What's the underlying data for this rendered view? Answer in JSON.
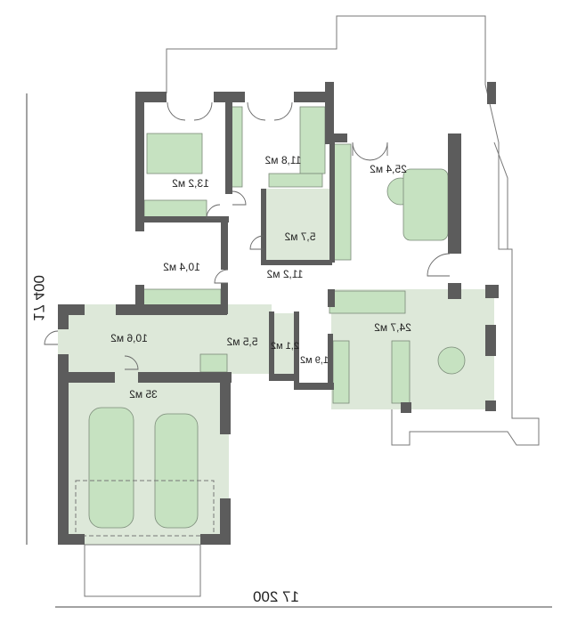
{
  "plan": {
    "rooms": [
      {
        "name": "bedroom-1",
        "area": "13,2 м2"
      },
      {
        "name": "bedroom-2",
        "area": "11,8 м2"
      },
      {
        "name": "living-room",
        "area": "25,4 м2"
      },
      {
        "name": "bathroom",
        "area": "5,7 м2"
      },
      {
        "name": "bedroom-3",
        "area": "10,4 м2"
      },
      {
        "name": "hall",
        "area": "11,2 м2"
      },
      {
        "name": "kitchen-dining",
        "area": "24,7 м2"
      },
      {
        "name": "utility-room",
        "area": "10,6 м2"
      },
      {
        "name": "entrance-hall",
        "area": "5,5 м2"
      },
      {
        "name": "wc",
        "area": "2,1 м2"
      },
      {
        "name": "pantry",
        "area": "1,9 м2"
      },
      {
        "name": "garage",
        "area": "35 м2"
      }
    ],
    "dimensions": {
      "width": "17 200",
      "depth": "17 400"
    },
    "colors": {
      "wall": "#5c5c5c",
      "floor": "#dde8d9",
      "furniture": "#c6e2c1"
    }
  }
}
